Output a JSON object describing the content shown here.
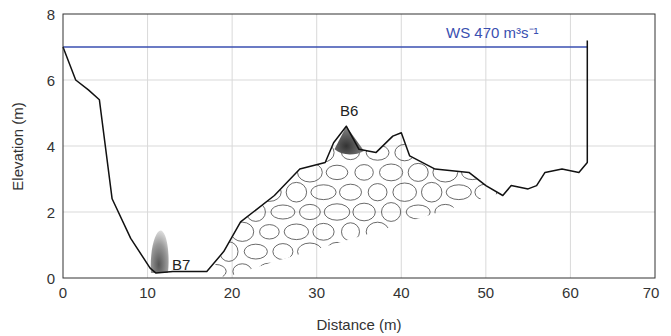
{
  "diagram": {
    "labels": [
      "8",
      "6",
      "4",
      "2",
      "0",
      "0",
      "10",
      "20",
      "30",
      "40",
      "50",
      "60",
      "70",
      "Elevation (m)",
      "Distance (m)",
      "WS 470 m³s⁻¹",
      "B7",
      "B6"
    ]
  }
}
